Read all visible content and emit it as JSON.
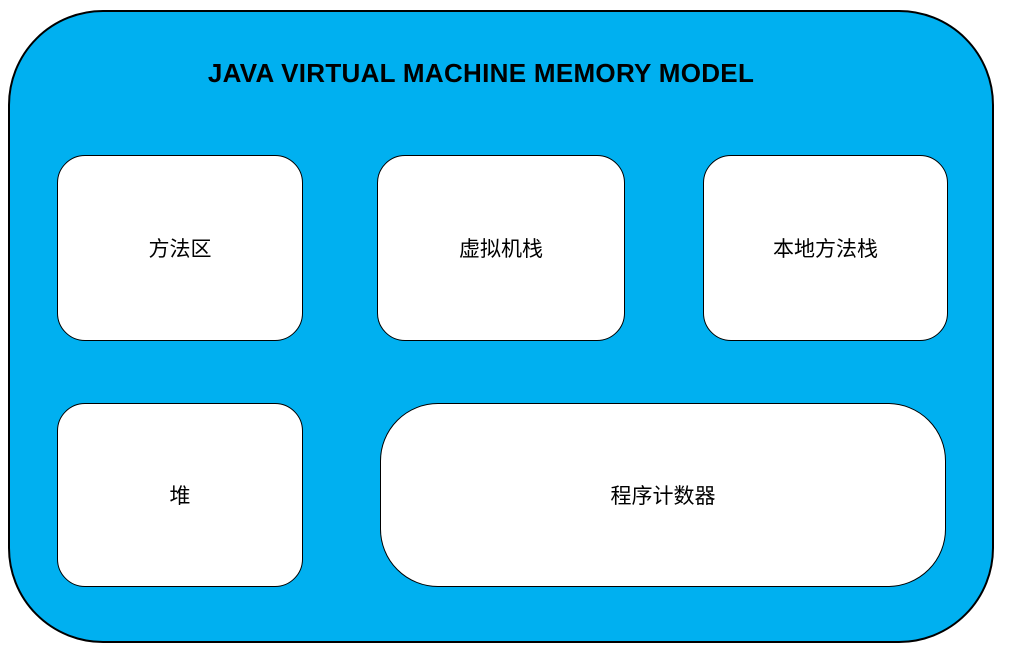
{
  "diagram": {
    "title": "JAVA VIRTUAL MACHINE MEMORY MODEL",
    "colors": {
      "container_fill": "#00B0F0",
      "box_fill": "#FFFFFF",
      "border": "#000000",
      "title_text": "#000000",
      "page_background": "#FFFFFF"
    },
    "boxes": [
      {
        "id": "method-area",
        "label": "方法区"
      },
      {
        "id": "vm-stack",
        "label": "虚拟机栈"
      },
      {
        "id": "native-method-stack",
        "label": "本地方法栈"
      },
      {
        "id": "heap",
        "label": "堆"
      },
      {
        "id": "program-counter",
        "label": "程序计数器"
      }
    ]
  }
}
